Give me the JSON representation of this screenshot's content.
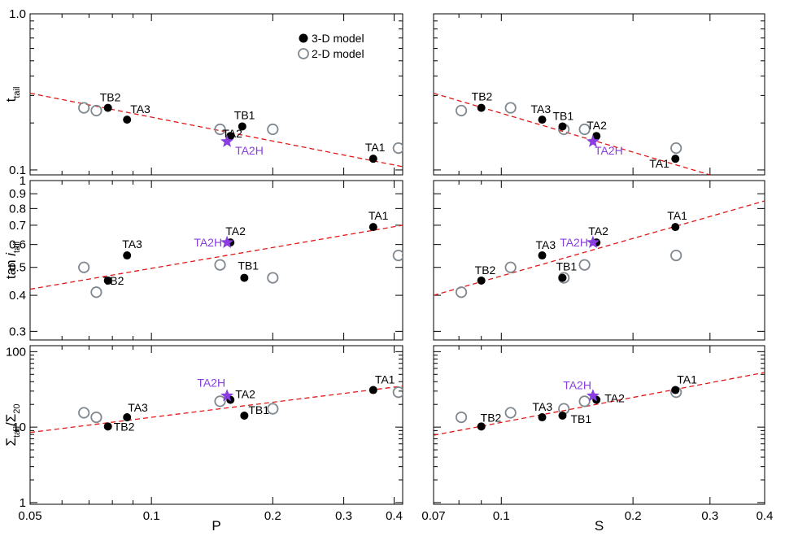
{
  "colors": {
    "model3d": "#000000",
    "model2d": "#808890",
    "fit": "#e01818",
    "ta2h": "#8a3ee0",
    "axis": "#000000"
  },
  "legend": {
    "placement": "top-left panel, upper-right",
    "entries": [
      {
        "label": "3-D model",
        "marker": "filled-circle"
      },
      {
        "label": "2-D model",
        "marker": "open-circle"
      }
    ]
  },
  "columns": [
    {
      "xlabel": "P",
      "xscale": "log",
      "xlim": [
        0.05,
        0.42
      ],
      "ticks": [
        0.05,
        0.1,
        0.2,
        0.3,
        0.4
      ],
      "tick_labels": [
        "0.05",
        "0.1",
        "0.2",
        "0.3",
        "0.4"
      ]
    },
    {
      "xlabel": "S",
      "xscale": "log",
      "xlim": [
        0.07,
        0.4
      ],
      "ticks": [
        0.07,
        0.1,
        0.2,
        0.3,
        0.4
      ],
      "tick_labels": [
        "0.07",
        "0.1",
        "0.2",
        "0.3",
        "0.4"
      ]
    }
  ],
  "rows": [
    {
      "ylabel_main": "t",
      "ylabel_sub": "tail",
      "ylabel_prefix": "",
      "yscale": "log",
      "ylim": [
        0.093,
        1.0
      ],
      "ticks": [
        0.1,
        1.0
      ],
      "tick_labels": [
        "0.1",
        "1.0"
      ]
    },
    {
      "ylabel_main": "i",
      "ylabel_sub": "tail",
      "ylabel_prefix": "tan ",
      "yscale": "log",
      "ylim": [
        0.28,
        1.0
      ],
      "ticks": [
        0.3,
        0.4,
        0.5,
        0.6,
        0.7,
        0.8,
        0.9,
        1.0
      ],
      "tick_labels": [
        "0.3",
        "0.4",
        "0.5",
        "0.6",
        "0.7",
        "0.8",
        "0.9",
        "1"
      ]
    },
    {
      "ylabel_main": "Σ",
      "ylabel_sub": "tail",
      "ylabel_div": "/Σ",
      "ylabel_sub2": "20",
      "yscale": "log",
      "ylim": [
        0.95,
        120
      ],
      "ticks": [
        1,
        10,
        100
      ],
      "tick_labels": [
        "1",
        "10",
        "100"
      ]
    }
  ],
  "chart_data": [
    {
      "type": "scatter",
      "row": 0,
      "col": 0,
      "fit_line": {
        "x": [
          0.05,
          0.42
        ],
        "y": [
          0.31,
          0.105
        ]
      },
      "series": [
        {
          "name": "3-D model",
          "points": [
            {
              "label": "TB2",
              "x": 0.078,
              "y": 0.25
            },
            {
              "label": "TA3",
              "x": 0.087,
              "y": 0.21
            },
            {
              "label": "TB1",
              "x": 0.168,
              "y": 0.19
            },
            {
              "label": "TA2",
              "x": 0.157,
              "y": 0.165
            },
            {
              "label": "TA1",
              "x": 0.355,
              "y": 0.118
            }
          ]
        },
        {
          "name": "2-D model",
          "points": [
            {
              "x": 0.068,
              "y": 0.25
            },
            {
              "x": 0.073,
              "y": 0.24
            },
            {
              "x": 0.148,
              "y": 0.182
            },
            {
              "x": 0.2,
              "y": 0.182
            },
            {
              "x": 0.41,
              "y": 0.138
            }
          ]
        },
        {
          "name": "",
          "points": [
            {
              "label": "TA2H",
              "x": 0.154,
              "y": 0.152
            }
          ]
        }
      ]
    },
    {
      "type": "scatter",
      "row": 0,
      "col": 1,
      "fit_line": {
        "x": [
          0.07,
          0.3
        ],
        "y": [
          0.31,
          0.093
        ]
      },
      "series": [
        {
          "name": "3-D model",
          "points": [
            {
              "label": "TB2",
              "x": 0.09,
              "y": 0.25
            },
            {
              "label": "TA3",
              "x": 0.124,
              "y": 0.21
            },
            {
              "label": "TB1",
              "x": 0.138,
              "y": 0.19
            },
            {
              "label": "TA2",
              "x": 0.165,
              "y": 0.165
            },
            {
              "label": "TA1",
              "x": 0.25,
              "y": 0.118
            }
          ]
        },
        {
          "name": "2-D model",
          "points": [
            {
              "x": 0.081,
              "y": 0.24
            },
            {
              "x": 0.105,
              "y": 0.25
            },
            {
              "x": 0.139,
              "y": 0.182
            },
            {
              "x": 0.155,
              "y": 0.182
            },
            {
              "x": 0.251,
              "y": 0.138
            }
          ]
        },
        {
          "name": "",
          "points": [
            {
              "label": "TA2H",
              "x": 0.162,
              "y": 0.152
            }
          ]
        }
      ]
    },
    {
      "type": "scatter",
      "row": 1,
      "col": 0,
      "fit_line": {
        "x": [
          0.05,
          0.42
        ],
        "y": [
          0.42,
          0.7
        ]
      },
      "series": [
        {
          "name": "3-D model",
          "points": [
            {
              "label": "TB2",
              "x": 0.078,
              "y": 0.45
            },
            {
              "label": "TA3",
              "x": 0.087,
              "y": 0.55
            },
            {
              "label": "TA2",
              "x": 0.157,
              "y": 0.61
            },
            {
              "label": "TB1",
              "x": 0.17,
              "y": 0.46
            },
            {
              "label": "TA1",
              "x": 0.355,
              "y": 0.69
            }
          ]
        },
        {
          "name": "2-D model",
          "points": [
            {
              "x": 0.068,
              "y": 0.5
            },
            {
              "x": 0.073,
              "y": 0.41
            },
            {
              "x": 0.148,
              "y": 0.51
            },
            {
              "x": 0.2,
              "y": 0.46
            },
            {
              "x": 0.41,
              "y": 0.55
            }
          ]
        },
        {
          "name": "",
          "points": [
            {
              "label": "TA2H",
              "x": 0.154,
              "y": 0.61
            }
          ]
        }
      ]
    },
    {
      "type": "scatter",
      "row": 1,
      "col": 1,
      "fit_line": {
        "x": [
          0.07,
          0.4
        ],
        "y": [
          0.4,
          0.85
        ]
      },
      "series": [
        {
          "name": "3-D model",
          "points": [
            {
              "label": "TB2",
              "x": 0.09,
              "y": 0.45
            },
            {
              "label": "TA3",
              "x": 0.124,
              "y": 0.55
            },
            {
              "label": "TB1",
              "x": 0.138,
              "y": 0.46
            },
            {
              "label": "TA2",
              "x": 0.165,
              "y": 0.61
            },
            {
              "label": "TA1",
              "x": 0.25,
              "y": 0.69
            }
          ]
        },
        {
          "name": "2-D model",
          "points": [
            {
              "x": 0.081,
              "y": 0.41
            },
            {
              "x": 0.105,
              "y": 0.5
            },
            {
              "x": 0.139,
              "y": 0.46
            },
            {
              "x": 0.155,
              "y": 0.51
            },
            {
              "x": 0.251,
              "y": 0.55
            }
          ]
        },
        {
          "name": "",
          "points": [
            {
              "label": "TA2H",
              "x": 0.162,
              "y": 0.61
            }
          ]
        }
      ]
    },
    {
      "type": "scatter",
      "row": 2,
      "col": 0,
      "fit_line": {
        "x": [
          0.05,
          0.42
        ],
        "y": [
          8.5,
          35
        ]
      },
      "series": [
        {
          "name": "3-D model",
          "points": [
            {
              "label": "TB2",
              "x": 0.078,
              "y": 10.2
            },
            {
              "label": "TA3",
              "x": 0.087,
              "y": 13.5
            },
            {
              "label": "TB1",
              "x": 0.17,
              "y": 14.2
            },
            {
              "label": "TA2",
              "x": 0.157,
              "y": 23
            },
            {
              "label": "TA1",
              "x": 0.355,
              "y": 31
            }
          ]
        },
        {
          "name": "2-D model",
          "points": [
            {
              "x": 0.068,
              "y": 15.5
            },
            {
              "x": 0.073,
              "y": 13.5
            },
            {
              "x": 0.148,
              "y": 22
            },
            {
              "x": 0.2,
              "y": 17.5
            },
            {
              "x": 0.41,
              "y": 29
            }
          ]
        },
        {
          "name": "",
          "points": [
            {
              "label": "TA2H",
              "x": 0.154,
              "y": 26
            }
          ]
        }
      ]
    },
    {
      "type": "scatter",
      "row": 2,
      "col": 1,
      "fit_line": {
        "x": [
          0.07,
          0.4
        ],
        "y": [
          7.8,
          53
        ]
      },
      "series": [
        {
          "name": "3-D model",
          "points": [
            {
              "label": "TB2",
              "x": 0.09,
              "y": 10.2
            },
            {
              "label": "TA3",
              "x": 0.124,
              "y": 13.5
            },
            {
              "label": "TB1",
              "x": 0.138,
              "y": 14.2
            },
            {
              "label": "TA2",
              "x": 0.165,
              "y": 23
            },
            {
              "label": "TA1",
              "x": 0.25,
              "y": 31
            }
          ]
        },
        {
          "name": "2-D model",
          "points": [
            {
              "x": 0.081,
              "y": 13.5
            },
            {
              "x": 0.105,
              "y": 15.5
            },
            {
              "x": 0.139,
              "y": 17.5
            },
            {
              "x": 0.155,
              "y": 22
            },
            {
              "x": 0.251,
              "y": 29
            }
          ]
        },
        {
          "name": "",
          "points": [
            {
              "label": "TA2H",
              "x": 0.162,
              "y": 26
            }
          ]
        }
      ]
    }
  ]
}
